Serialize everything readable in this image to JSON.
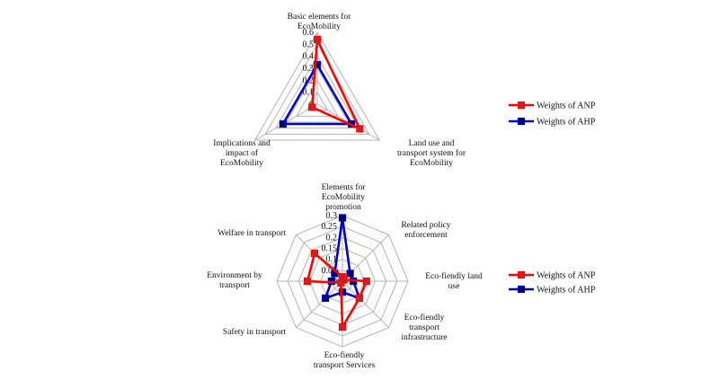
{
  "chart_data": [
    {
      "type": "radar",
      "categories": [
        "Basic elements for EcoMobility",
        "Land use and transport system for EcoMobility",
        "Implications and impact of EcoMobility"
      ],
      "category_label_lines": [
        [
          "Basic elements for",
          "EcoMobility"
        ],
        [
          "Land use and",
          "transport system for",
          "EcoMobility"
        ],
        [
          "Implications and",
          "impact of",
          "EcoMobility"
        ]
      ],
      "ticks": [
        "0",
        "0.1",
        "0.2",
        "0.3",
        "0.4",
        "0.5",
        "0.6"
      ],
      "rlim": [
        0,
        0.6
      ],
      "series": [
        {
          "name": "Weights of ANP",
          "color": "#ff0000",
          "marker": "#cc2222",
          "values": [
            0.54,
            0.41,
            0.05
          ]
        },
        {
          "name": "Weights of AHP",
          "color": "#0000cc",
          "marker": "#000066",
          "values": [
            0.33,
            0.33,
            0.33
          ]
        }
      ],
      "legend_position": "right",
      "grid": true
    },
    {
      "type": "radar",
      "categories": [
        "Elements for EcoMobility promotion",
        "Related policy enforcement",
        "Eco-fiendly land use",
        "Eco-fiendly transport infrastructure",
        "Eco-fiendly transport Services",
        "Safety in transport",
        "Environment by transport",
        "Welfare in transport"
      ],
      "category_label_lines": [
        [
          "Elements for",
          "EcoMobility",
          "promotion"
        ],
        [
          "Related policy",
          "enforcement"
        ],
        [
          "Eco-fiendly land",
          "use"
        ],
        [
          "Eco-fiendly",
          "transport",
          "infrastructure"
        ],
        [
          "Eco-fiendly",
          "transport Services"
        ],
        [
          "Safety in transport"
        ],
        [
          "Environment by",
          "transport"
        ],
        [
          "Welfare in transport"
        ]
      ],
      "ticks": [
        "0",
        "0.05",
        "0.1",
        "0.15",
        "0.2",
        "0.25",
        "0.3"
      ],
      "rlim": [
        0,
        0.3
      ],
      "series": [
        {
          "name": "Weights of ANP",
          "color": "#ff0000",
          "marker": "#cc2222",
          "values": [
            0.02,
            0.01,
            0.11,
            0.11,
            0.21,
            0.01,
            0.16,
            0.18
          ]
        },
        {
          "name": "Weights of AHP",
          "color": "#0000cc",
          "marker": "#000066",
          "values": [
            0.29,
            0.05,
            0.05,
            0.11,
            0.05,
            0.11,
            0.05,
            0.05
          ]
        }
      ],
      "legend_position": "right",
      "grid": true
    }
  ]
}
